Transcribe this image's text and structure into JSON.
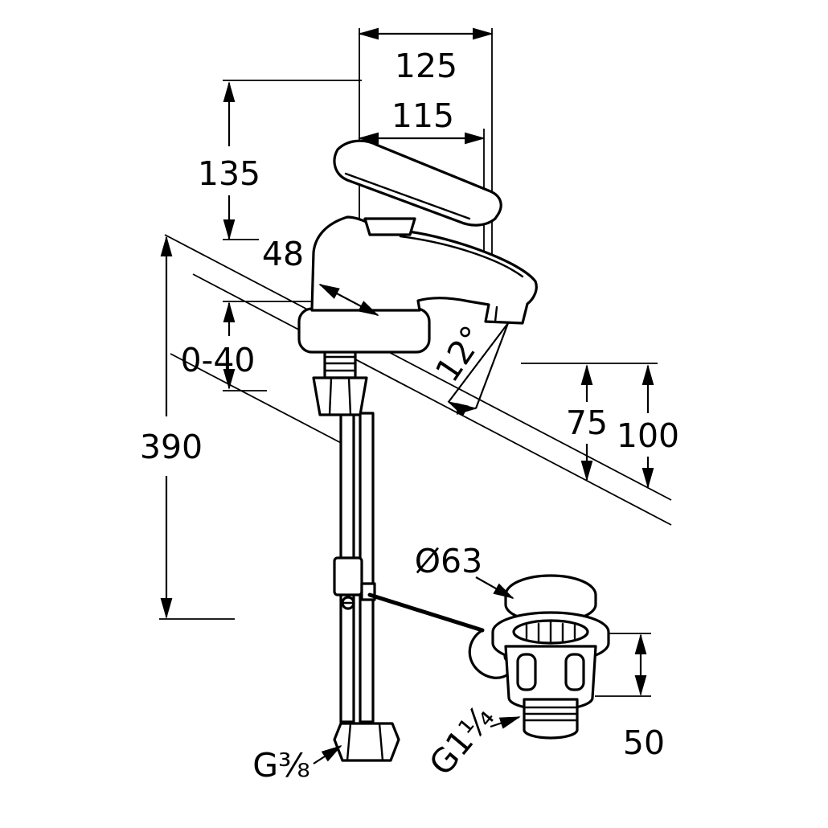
{
  "drawing": {
    "dims": {
      "width_full": "125",
      "width_spout": "115",
      "height_body": "135",
      "offset_spout": "48",
      "deck_thickness": "0-40",
      "height_total": "390",
      "stream_angle": "12°",
      "spout_clearance": "75",
      "outlet_height": "100",
      "drain_diameter": "Ø63",
      "drain_depth": "50",
      "supply_thread": "G⅜",
      "drain_thread": "G1¼"
    }
  }
}
